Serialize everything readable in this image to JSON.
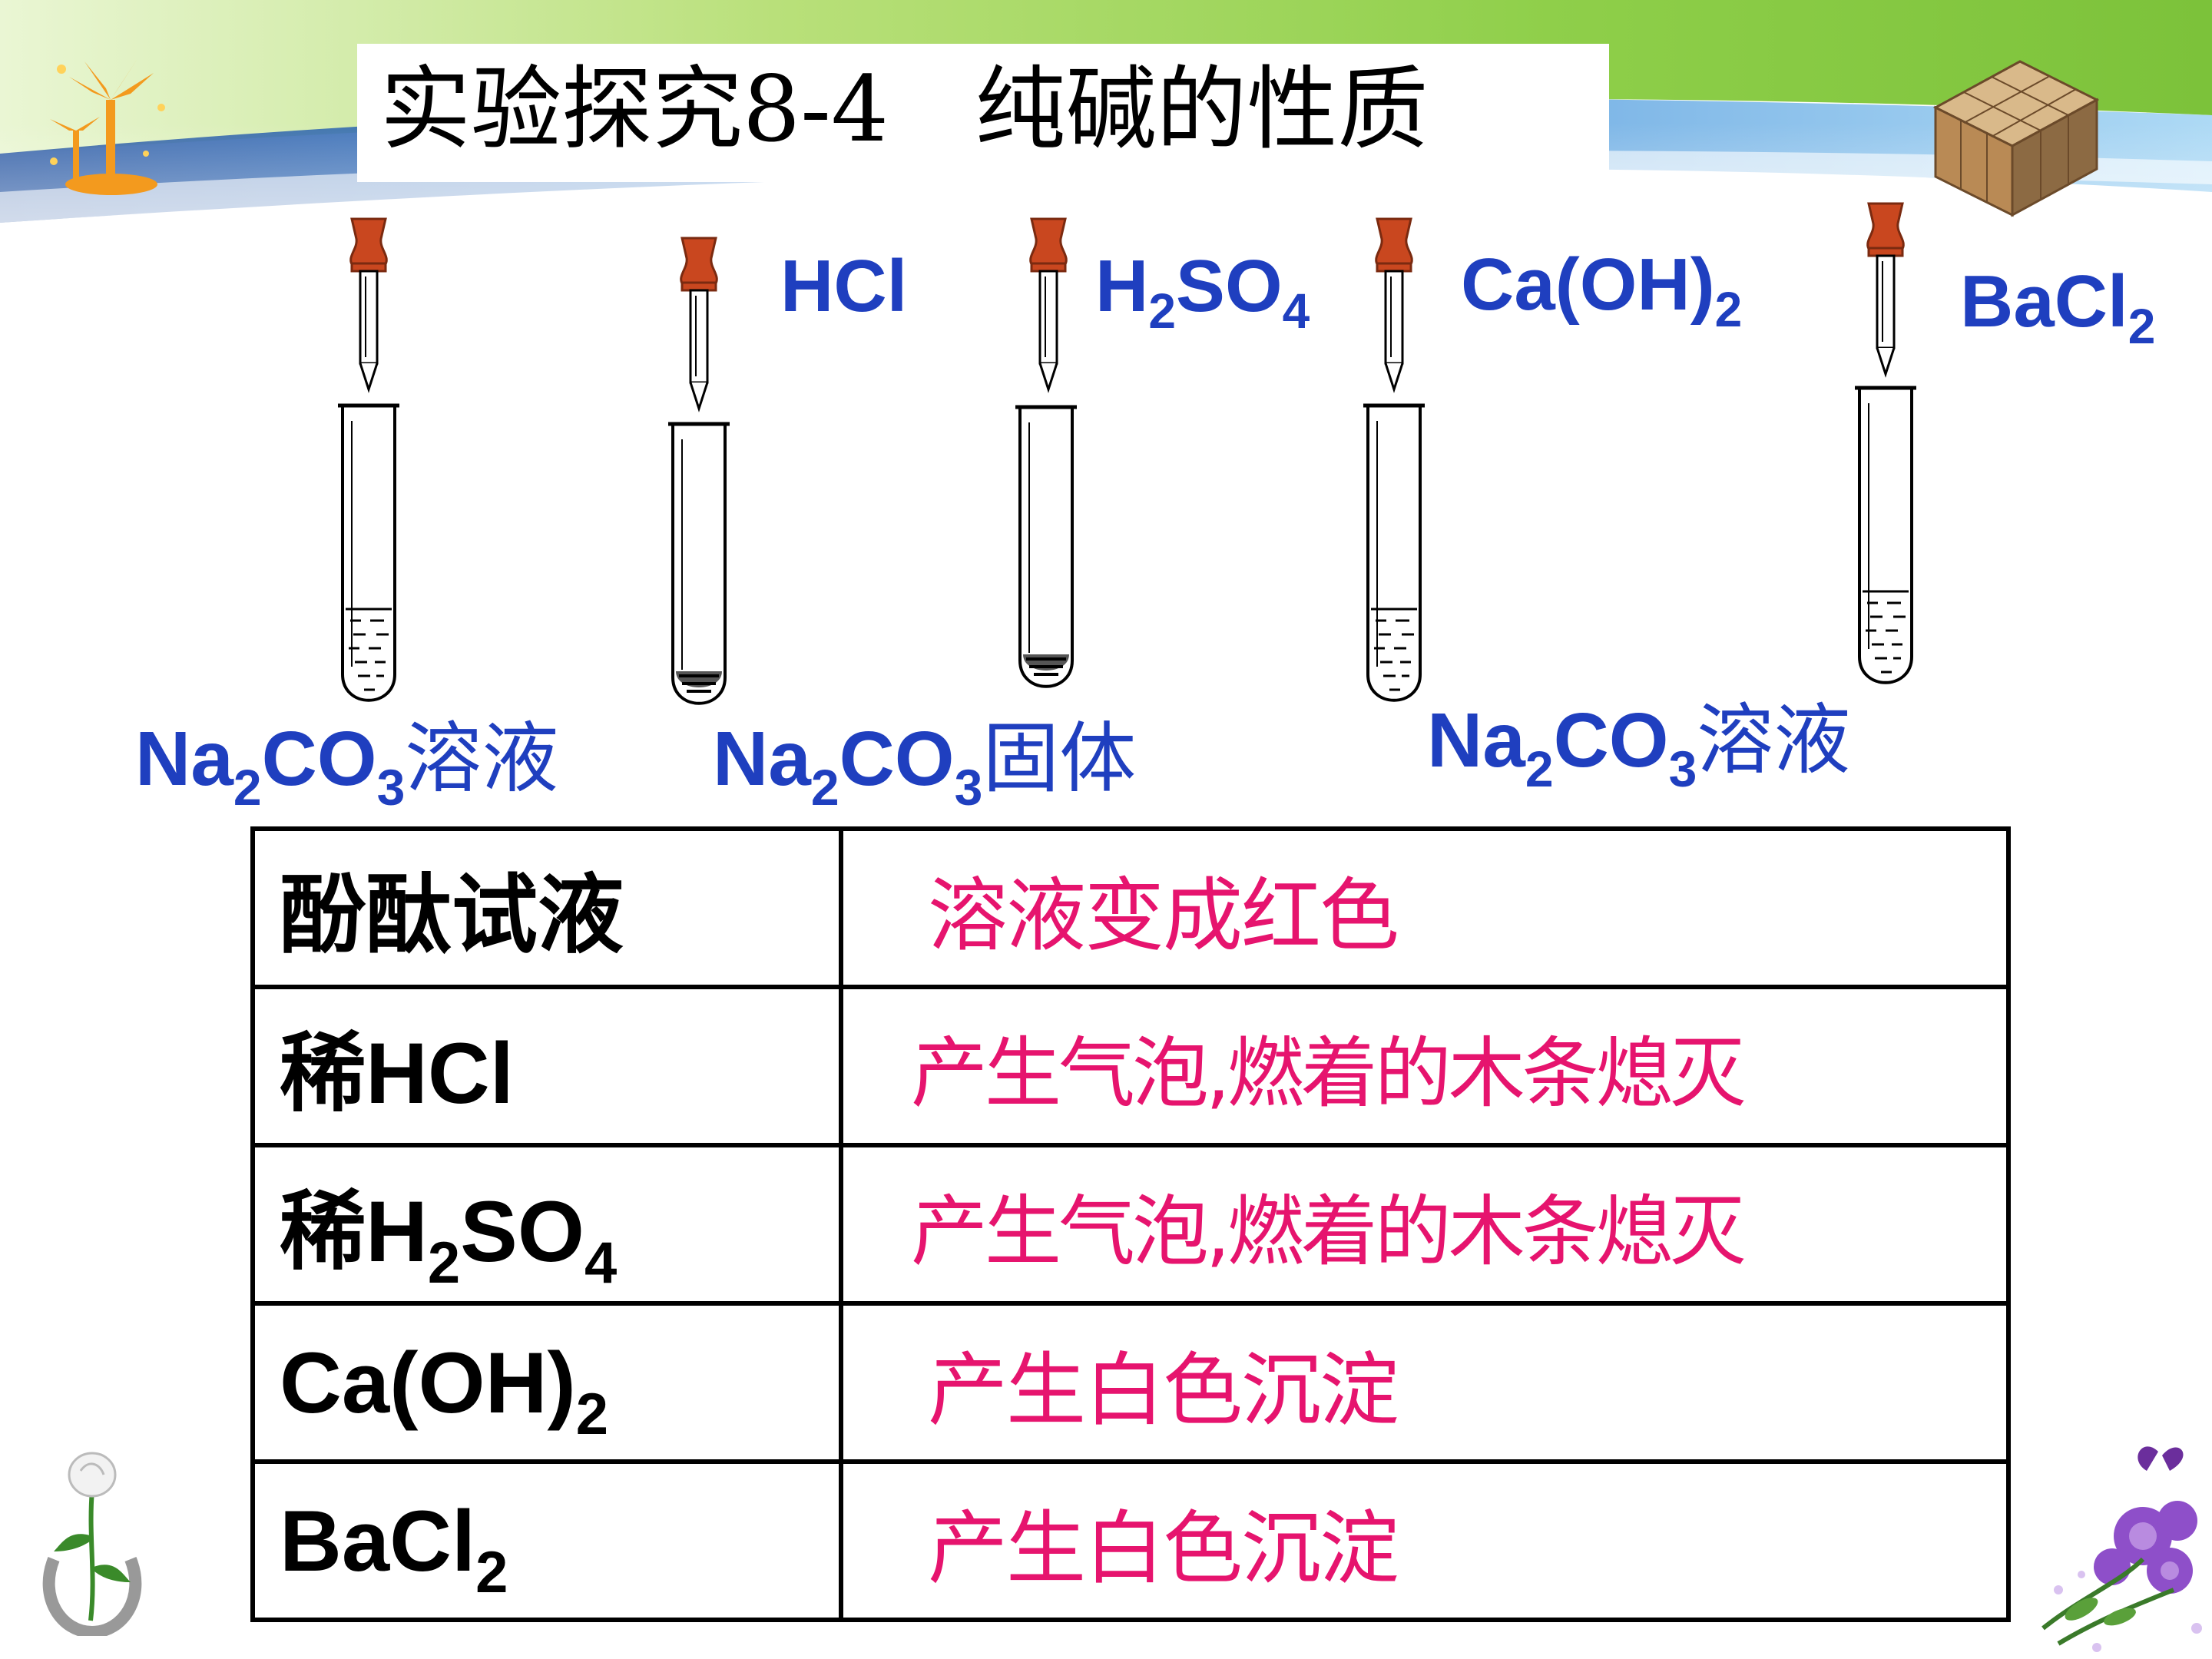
{
  "title": "实验探究8-4   纯碱的性质",
  "droppers": [
    {
      "label_parts": [
        "HCl"
      ]
    },
    {
      "label_parts": [
        "H",
        "2",
        "SO",
        "4"
      ]
    },
    {
      "label_parts": [
        "Ca(OH)",
        "2"
      ]
    },
    {
      "label_parts": [
        "BaCl",
        "2"
      ]
    }
  ],
  "tube_labels": [
    {
      "formula": [
        "Na",
        "2",
        "CO",
        "3"
      ],
      "suffix": "溶液"
    },
    {
      "formula": [
        "Na",
        "2",
        "CO",
        "3"
      ],
      "suffix": "固体"
    },
    {
      "formula": [
        "Na",
        "2",
        "CO",
        "3"
      ],
      "suffix": "溶液"
    }
  ],
  "table": {
    "rows": [
      {
        "reagent_cn": "酚酞试液",
        "reagent_parts": [],
        "result": "溶液变成红色"
      },
      {
        "reagent_cn": "稀",
        "reagent_parts": [
          "HCl"
        ],
        "result": "产生气泡,燃着的木条熄灭"
      },
      {
        "reagent_cn": "稀",
        "reagent_parts": [
          "H",
          "2",
          "SO",
          "4"
        ],
        "result": "产生气泡,燃着的木条熄灭"
      },
      {
        "reagent_cn": "",
        "reagent_parts": [
          "Ca(OH)",
          "2"
        ],
        "result": "产生白色沉淀"
      },
      {
        "reagent_cn": "",
        "reagent_parts": [
          "BaCl",
          "2"
        ],
        "result": "产生白色沉淀"
      }
    ]
  },
  "colors": {
    "label_blue": "#1f3fbf",
    "result_pink": "#e6146e",
    "dropper_bulb": "#c9471f",
    "banner_green": "#8cc63f",
    "banner_blue": "#3f8fd6"
  },
  "icons": [
    "palm-tree-sparkle-icon",
    "photo-cube-icon",
    "rose-horseshoe-icon",
    "purple-flower-butterfly-icon"
  ]
}
